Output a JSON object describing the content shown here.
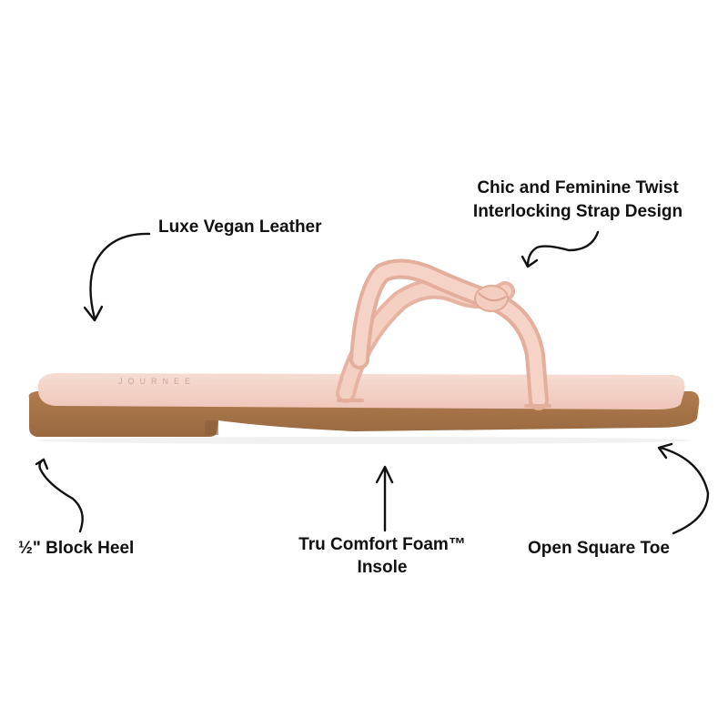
{
  "callouts": {
    "luxe_vegan_leather": "Luxe Vegan Leather",
    "twist_line1": "Chic and Feminine Twist",
    "twist_line2": "Interlocking Strap Design",
    "block_heel": "½\" Block Heel",
    "insole_line1": "Tru Comfort Foam™",
    "insole_line2": "Insole",
    "square_toe": "Open Square Toe"
  },
  "product": {
    "type": "slide sandal",
    "insole_brand_text": "JOURNEE",
    "colors": {
      "strap": "#f1c9bb",
      "insole": "#f3d0c6",
      "sole": "#a9764a",
      "sole_dark": "#8c5f3a",
      "ink": "#111111"
    }
  }
}
